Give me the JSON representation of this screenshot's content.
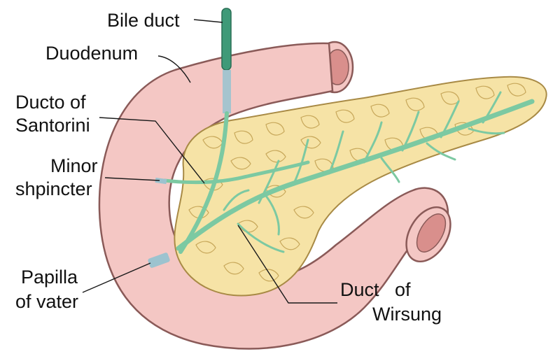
{
  "labels": {
    "bile_duct": "Bile duct",
    "duodenum": "Duodenum",
    "santorini_line1": "Ducto of",
    "santorini_line2": "Santorini",
    "minor_line1": "Minor",
    "minor_line2": "shpincter",
    "papilla_line1": "Papilla",
    "papilla_line2": "of vater",
    "wirsung_line1": "Duct   of",
    "wirsung_line2": "Wirsung"
  },
  "colors": {
    "duodenum_fill": "#f4c7c4",
    "duodenum_stroke": "#8a5a58",
    "pancreas_fill": "#f6e3a6",
    "pancreas_lobule_stroke": "#c7a75a",
    "duct": "#7cc9a2",
    "bile_duct_dark": "#3f9a78",
    "papilla": "#9cc3cf"
  }
}
